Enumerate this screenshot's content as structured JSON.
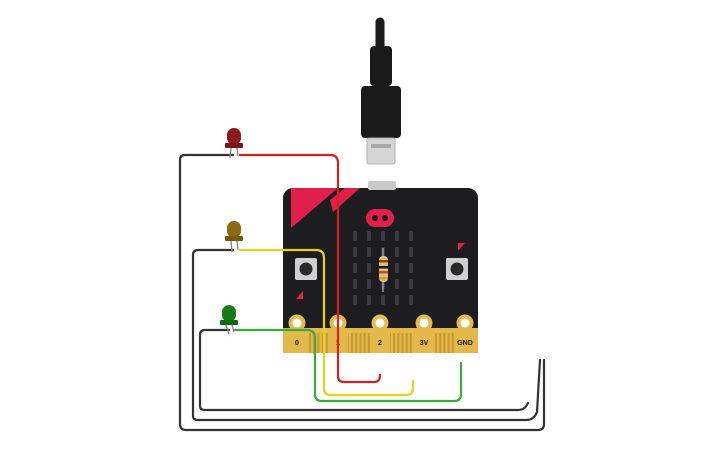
{
  "diagram": {
    "board": {
      "pins": [
        {
          "id": "p0",
          "label": "0"
        },
        {
          "id": "p1",
          "label": "1"
        },
        {
          "id": "p2",
          "label": "2"
        },
        {
          "id": "p3v",
          "label": "3V"
        },
        {
          "id": "pgnd",
          "label": "GND"
        }
      ],
      "colors": {
        "body": "#1d1d1f",
        "accent": "#e0204a",
        "gold": "#e2b94a",
        "led_matrix": "#3a3a40"
      }
    },
    "leds": [
      {
        "id": "red",
        "color": "#8b1a1a"
      },
      {
        "id": "yellow",
        "color": "#8a6a10"
      },
      {
        "id": "green",
        "color": "#1a7a1a"
      }
    ],
    "wires": [
      {
        "id": "red-signal",
        "color": "#d32020"
      },
      {
        "id": "yellow-signal",
        "color": "#e8d020"
      },
      {
        "id": "green-signal",
        "color": "#3aaa3a"
      },
      {
        "id": "ground-return",
        "color": "#333333"
      }
    ],
    "icons": [
      "usb-cable-icon",
      "resistor-icon",
      "push-button-a-icon",
      "push-button-b-icon"
    ]
  }
}
